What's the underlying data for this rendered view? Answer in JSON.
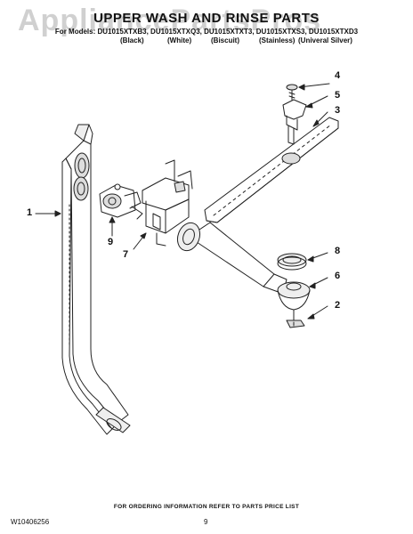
{
  "title": "UPPER WASH AND RINSE PARTS",
  "models_line": "For Models: DU1015XTXB3, DU1015XTXQ3, DU1015XTXT3, DU1015XTXS3, DU1015XTXD3",
  "colors": [
    "(Black)",
    "(White)",
    "(Biscuit)",
    "(Stainless)",
    "(Univeral Silver)"
  ],
  "watermark": "AppliancePartsPros",
  "callouts": [
    "1",
    "2",
    "3",
    "4",
    "5",
    "6",
    "7",
    "8",
    "9"
  ],
  "footer": "FOR ORDERING INFORMATION REFER TO PARTS PRICE LIST",
  "doc_number": "W10406256",
  "page_number": "9"
}
